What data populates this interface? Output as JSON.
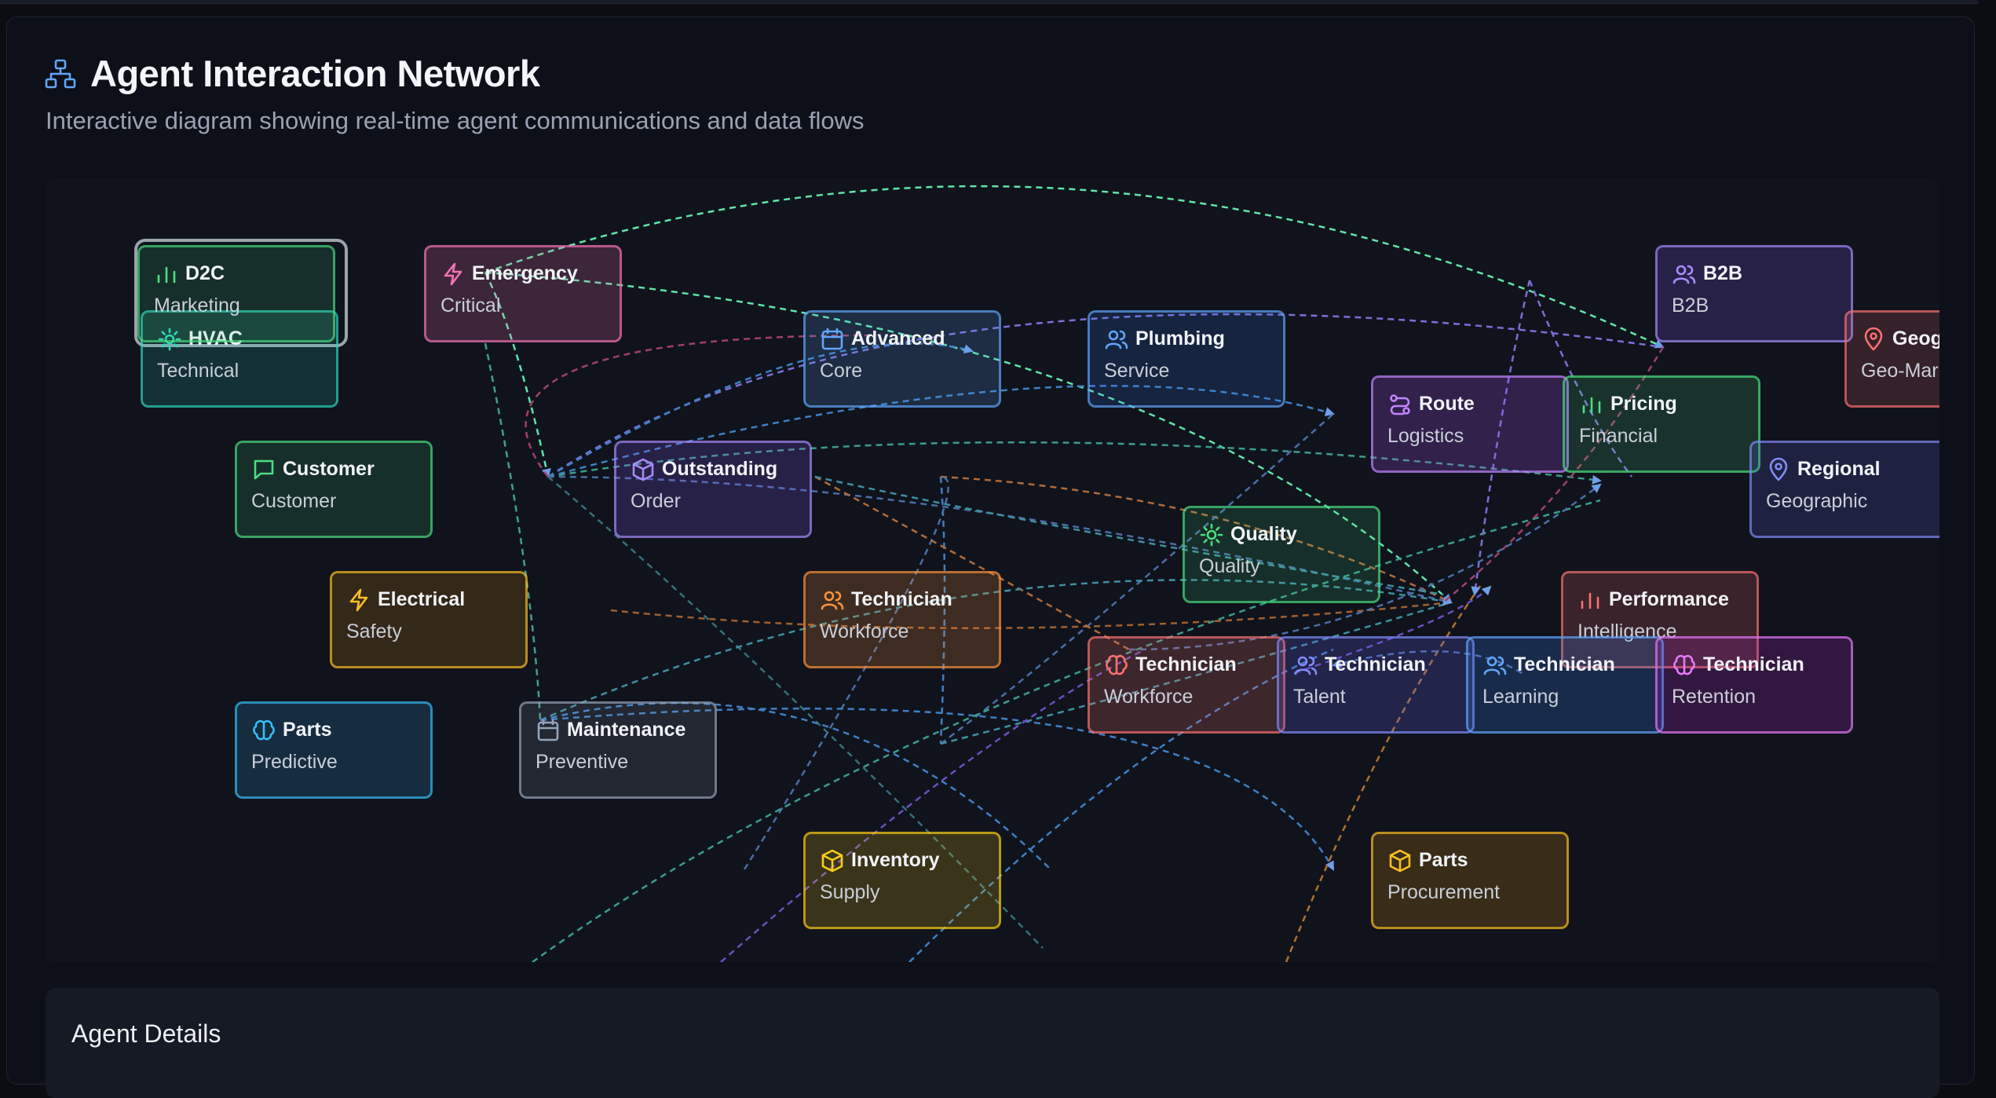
{
  "header": {
    "title": "Agent Interaction Network",
    "subtitle": "Interactive diagram showing real-time agent communications and data flows",
    "icon": "network-icon"
  },
  "details": {
    "title": "Agent Details"
  },
  "nodes": [
    {
      "id": "d2c",
      "name": "D2C",
      "category": "Marketing",
      "icon": "bar-chart-icon",
      "color": "#4ade80"
    },
    {
      "id": "hvac",
      "name": "HVAC",
      "category": "Technical",
      "icon": "gear-icon",
      "color": "#2dd4bf"
    },
    {
      "id": "emergency",
      "name": "Emergency",
      "category": "Critical",
      "icon": "lightning-icon",
      "color": "#f472b6"
    },
    {
      "id": "advanced",
      "name": "Advanced",
      "category": "Core",
      "icon": "calendar-icon",
      "color": "#60a5fa"
    },
    {
      "id": "plumbing",
      "name": "Plumbing",
      "category": "Service",
      "icon": "users-icon",
      "color": "#60a5fa"
    },
    {
      "id": "b2b",
      "name": "B2B",
      "category": "B2B",
      "icon": "users-icon",
      "color": "#a78bfa"
    },
    {
      "id": "geo",
      "name": "Geog",
      "category": "Geo-Mar",
      "icon": "location-pin-icon",
      "color": "#f87171"
    },
    {
      "id": "route",
      "name": "Route",
      "category": "Logistics",
      "icon": "route-icon",
      "color": "#c084fc"
    },
    {
      "id": "pricing",
      "name": "Pricing",
      "category": "Financial",
      "icon": "bar-chart-icon",
      "color": "#4ade80"
    },
    {
      "id": "customer",
      "name": "Customer",
      "category": "Customer",
      "icon": "message-icon",
      "color": "#4ade80"
    },
    {
      "id": "outstanding",
      "name": "Outstanding",
      "category": "Order",
      "icon": "package-icon",
      "color": "#a78bfa"
    },
    {
      "id": "regional",
      "name": "Regional",
      "category": "Geographic",
      "icon": "location-pin-icon",
      "color": "#818cf8"
    },
    {
      "id": "quality",
      "name": "Quality",
      "category": "Quality",
      "icon": "gear-icon",
      "color": "#4ade80"
    },
    {
      "id": "electrical",
      "name": "Electrical",
      "category": "Safety",
      "icon": "lightning-icon",
      "color": "#fbbf24"
    },
    {
      "id": "tech-workforce-1",
      "name": "Technician",
      "category": "Workforce",
      "icon": "users-icon",
      "color": "#fb923c"
    },
    {
      "id": "performance",
      "name": "Performance",
      "category": "Intelligence",
      "icon": "bar-chart-icon",
      "color": "#f87171"
    },
    {
      "id": "tech-workforce-2",
      "name": "Technician",
      "category": "Workforce",
      "icon": "brain-icon",
      "color": "#f87171"
    },
    {
      "id": "tech-talent",
      "name": "Technician",
      "category": "Talent",
      "icon": "users-icon",
      "color": "#818cf8"
    },
    {
      "id": "tech-learning",
      "name": "Technician",
      "category": "Learning",
      "icon": "users-icon",
      "color": "#60a5fa"
    },
    {
      "id": "tech-retention",
      "name": "Technician",
      "category": "Retention",
      "icon": "brain-icon",
      "color": "#e879f9"
    },
    {
      "id": "parts-pred",
      "name": "Parts",
      "category": "Predictive",
      "icon": "brain-icon",
      "color": "#38bdf8"
    },
    {
      "id": "maintenance",
      "name": "Maintenance",
      "category": "Preventive",
      "icon": "calendar-icon",
      "color": "#94a3b8"
    },
    {
      "id": "inventory",
      "name": "Inventory",
      "category": "Supply",
      "icon": "package-icon",
      "color": "#facc15"
    },
    {
      "id": "parts-proc",
      "name": "Parts",
      "category": "Procurement",
      "icon": "package-icon",
      "color": "#fbbf24"
    }
  ]
}
